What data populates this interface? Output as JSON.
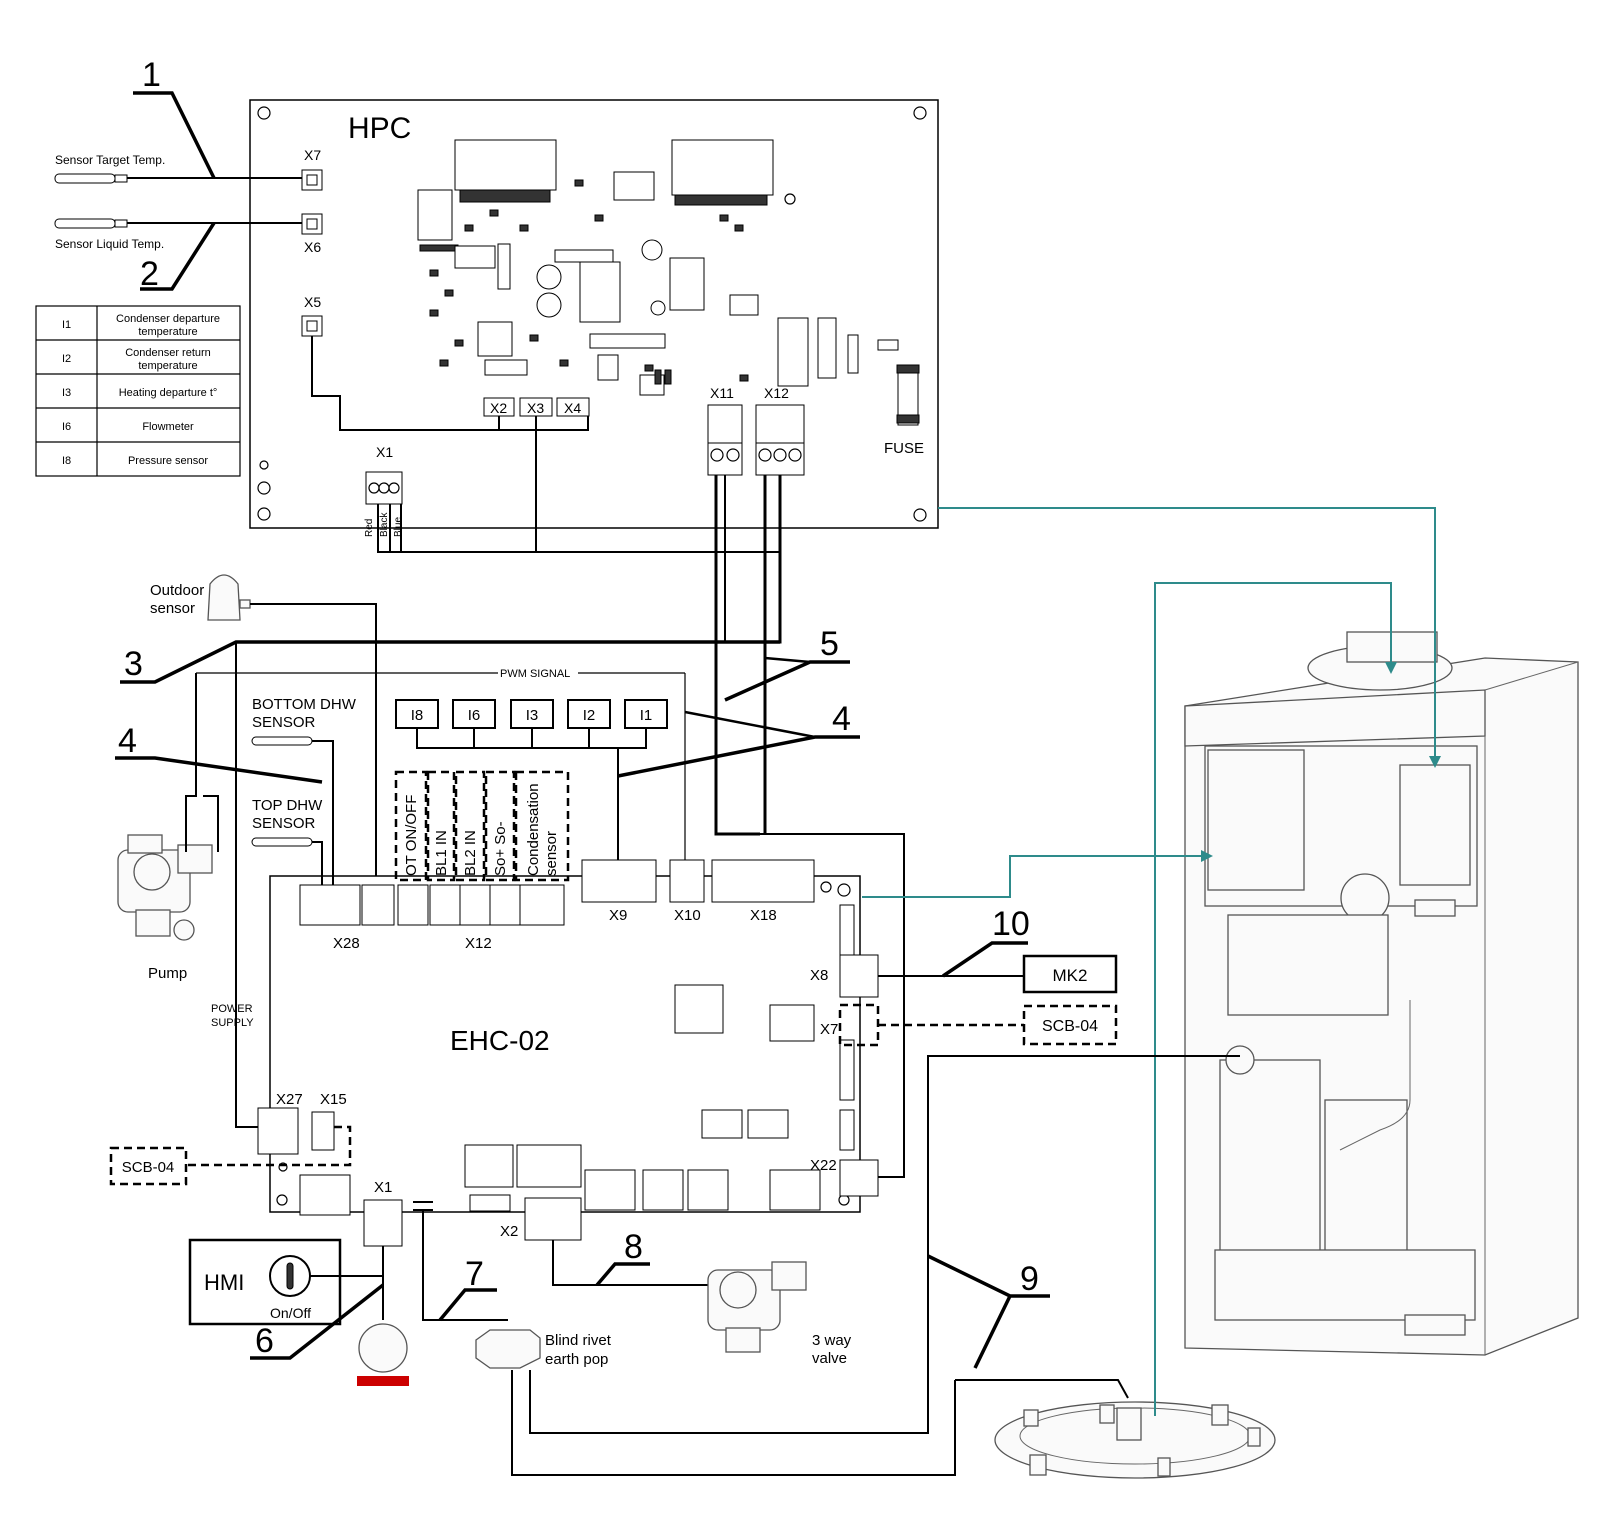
{
  "hpc": {
    "title": "HPC",
    "connectors": {
      "x7": "X7",
      "x6": "X6",
      "x5": "X5",
      "x2": "X2",
      "x3": "X3",
      "x4": "X4",
      "x11": "X11",
      "x12": "X12",
      "x1": "X1"
    },
    "fuse": "FUSE",
    "wire_colors": {
      "red": "Red",
      "black": "Black",
      "blue": "Blue"
    }
  },
  "sensors": {
    "target_temp": "Sensor Target Temp.",
    "liquid_temp": "Sensor Liquid Temp.",
    "outdoor": [
      "Outdoor",
      "sensor"
    ],
    "bottom_dhw": [
      "BOTTOM DHW",
      "SENSOR"
    ],
    "top_dhw": [
      "TOP DHW",
      "SENSOR"
    ]
  },
  "legend": {
    "rows": [
      {
        "code": "I1",
        "desc": [
          "Condenser departure",
          "temperature"
        ]
      },
      {
        "code": "I2",
        "desc": [
          "Condenser return",
          "temperature"
        ]
      },
      {
        "code": "I3",
        "desc": [
          "Heating departure t°"
        ]
      },
      {
        "code": "I6",
        "desc": [
          "Flowmeter"
        ]
      },
      {
        "code": "I8",
        "desc": [
          "Pressure sensor"
        ]
      }
    ]
  },
  "ehc": {
    "title": "EHC-02",
    "pwm_signal": "PWM SIGNAL",
    "inputs": [
      "I8",
      "I6",
      "I3",
      "I2",
      "I1"
    ],
    "x12_labels": [
      "OT ON/OFF",
      "BL1 IN",
      "BL2 IN",
      "So+ So-",
      "Condensation",
      "sensor"
    ],
    "connectors": {
      "x28": "X28",
      "x12": "X12",
      "x9": "X9",
      "x10": "X10",
      "x18": "X18",
      "x8": "X8",
      "x7": "X7",
      "x22": "X22",
      "x27": "X27",
      "x15": "X15",
      "x1": "X1",
      "x2": "X2"
    },
    "power_supply": [
      "POWER",
      "SUPPLY"
    ]
  },
  "boxes": {
    "mk2": "MK2",
    "scb_right": "SCB-04",
    "scb_left": "SCB-04",
    "hmi": "HMI",
    "onoff": "On/Off"
  },
  "components": {
    "pump": "Pump",
    "valve": [
      "3 way",
      "valve"
    ],
    "rivet": [
      "Blind rivet",
      "earth pop"
    ]
  },
  "callouts": [
    "1",
    "2",
    "3",
    "4",
    "4",
    "5",
    "6",
    "7",
    "8",
    "9",
    "10"
  ]
}
